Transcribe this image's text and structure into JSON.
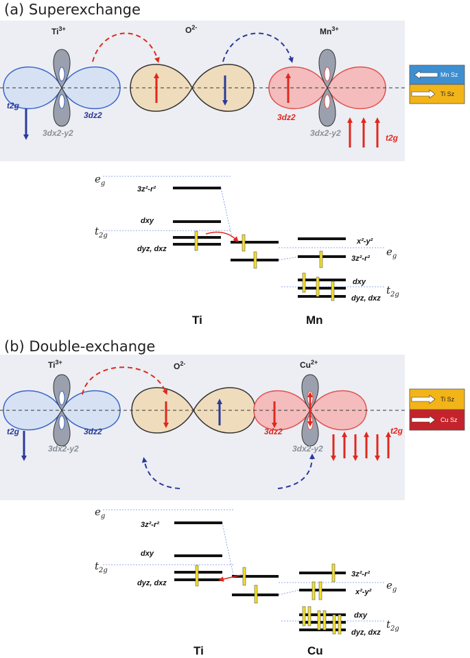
{
  "panel_a": {
    "title": "(a) Superexchange",
    "ion_left": "Ti",
    "ion_left_charge": "3+",
    "ion_mid": "O",
    "ion_mid_charge": "2-",
    "ion_right": "Mn",
    "ion_right_charge": "3+",
    "t2g_left": "t2g",
    "dz2_left": "3dz2",
    "dx2y2_left": "3dx2-y2",
    "dz2_right": "3dz2",
    "dx2y2_right": "3dx2-y2",
    "t2g_right": "t2g",
    "legend": [
      {
        "label": "Mn Sz",
        "color": "#3d8fd1"
      },
      {
        "label": "Ti Sz",
        "color": "#f2b418"
      }
    ],
    "levels": {
      "eg": "eg",
      "t2g": "t2g",
      "ti_3z2": "3z²-r²",
      "ti_dxy": "dxy",
      "ti_dyz": "dyz, dxz",
      "mn_x2y2": "x²-y²",
      "mn_3z2": "3z²-r²",
      "mn_eg": "eg",
      "mn_dxy": "dxy",
      "mn_dyz": "dyz, dxz",
      "mn_t2g": "t2g"
    },
    "atom_left": "Ti",
    "atom_right": "Mn"
  },
  "panel_b": {
    "title": "(b) Double-exchange",
    "ion_left": "Ti",
    "ion_left_charge": "3+",
    "ion_mid": "O",
    "ion_mid_charge": "2-",
    "ion_right": "Cu",
    "ion_right_charge": "2+",
    "t2g_left": "t2g",
    "dz2_left": "3dz2",
    "dx2y2_left": "3dx2-y2",
    "dz2_right": "3dz2",
    "dx2y2_right": "3dx2-y2",
    "t2g_right": "t2g",
    "legend": [
      {
        "label": "Ti Sz",
        "color": "#f2b418"
      },
      {
        "label": "Cu Sz",
        "color": "#c4232b"
      }
    ],
    "levels": {
      "eg": "eg",
      "t2g": "t2g",
      "ti_3z2": "3z²-r²",
      "ti_dxy": "dxy",
      "ti_dyz": "dyz, dxz",
      "cu_3z2": "3z²-r²",
      "cu_x2y2": "x²-y²",
      "cu_eg": "eg",
      "cu_dxy": "dxy",
      "cu_dyz": "dyz, dxz",
      "cu_t2g": "t2g"
    },
    "atom_left": "Ti",
    "atom_right": "Cu"
  },
  "colors": {
    "blue_orbital": "#d6e2f3",
    "blue_edge": "#3a64c8",
    "orange_orbital": "#efdcbc",
    "red_orbital": "#f4bcbc",
    "red_edge": "#e05050",
    "grey_lobe": "#9aa0ad",
    "arrow_red": "#e0281e",
    "arrow_blue": "#2a3a9a",
    "spin_yellow": "#f4e02a"
  }
}
